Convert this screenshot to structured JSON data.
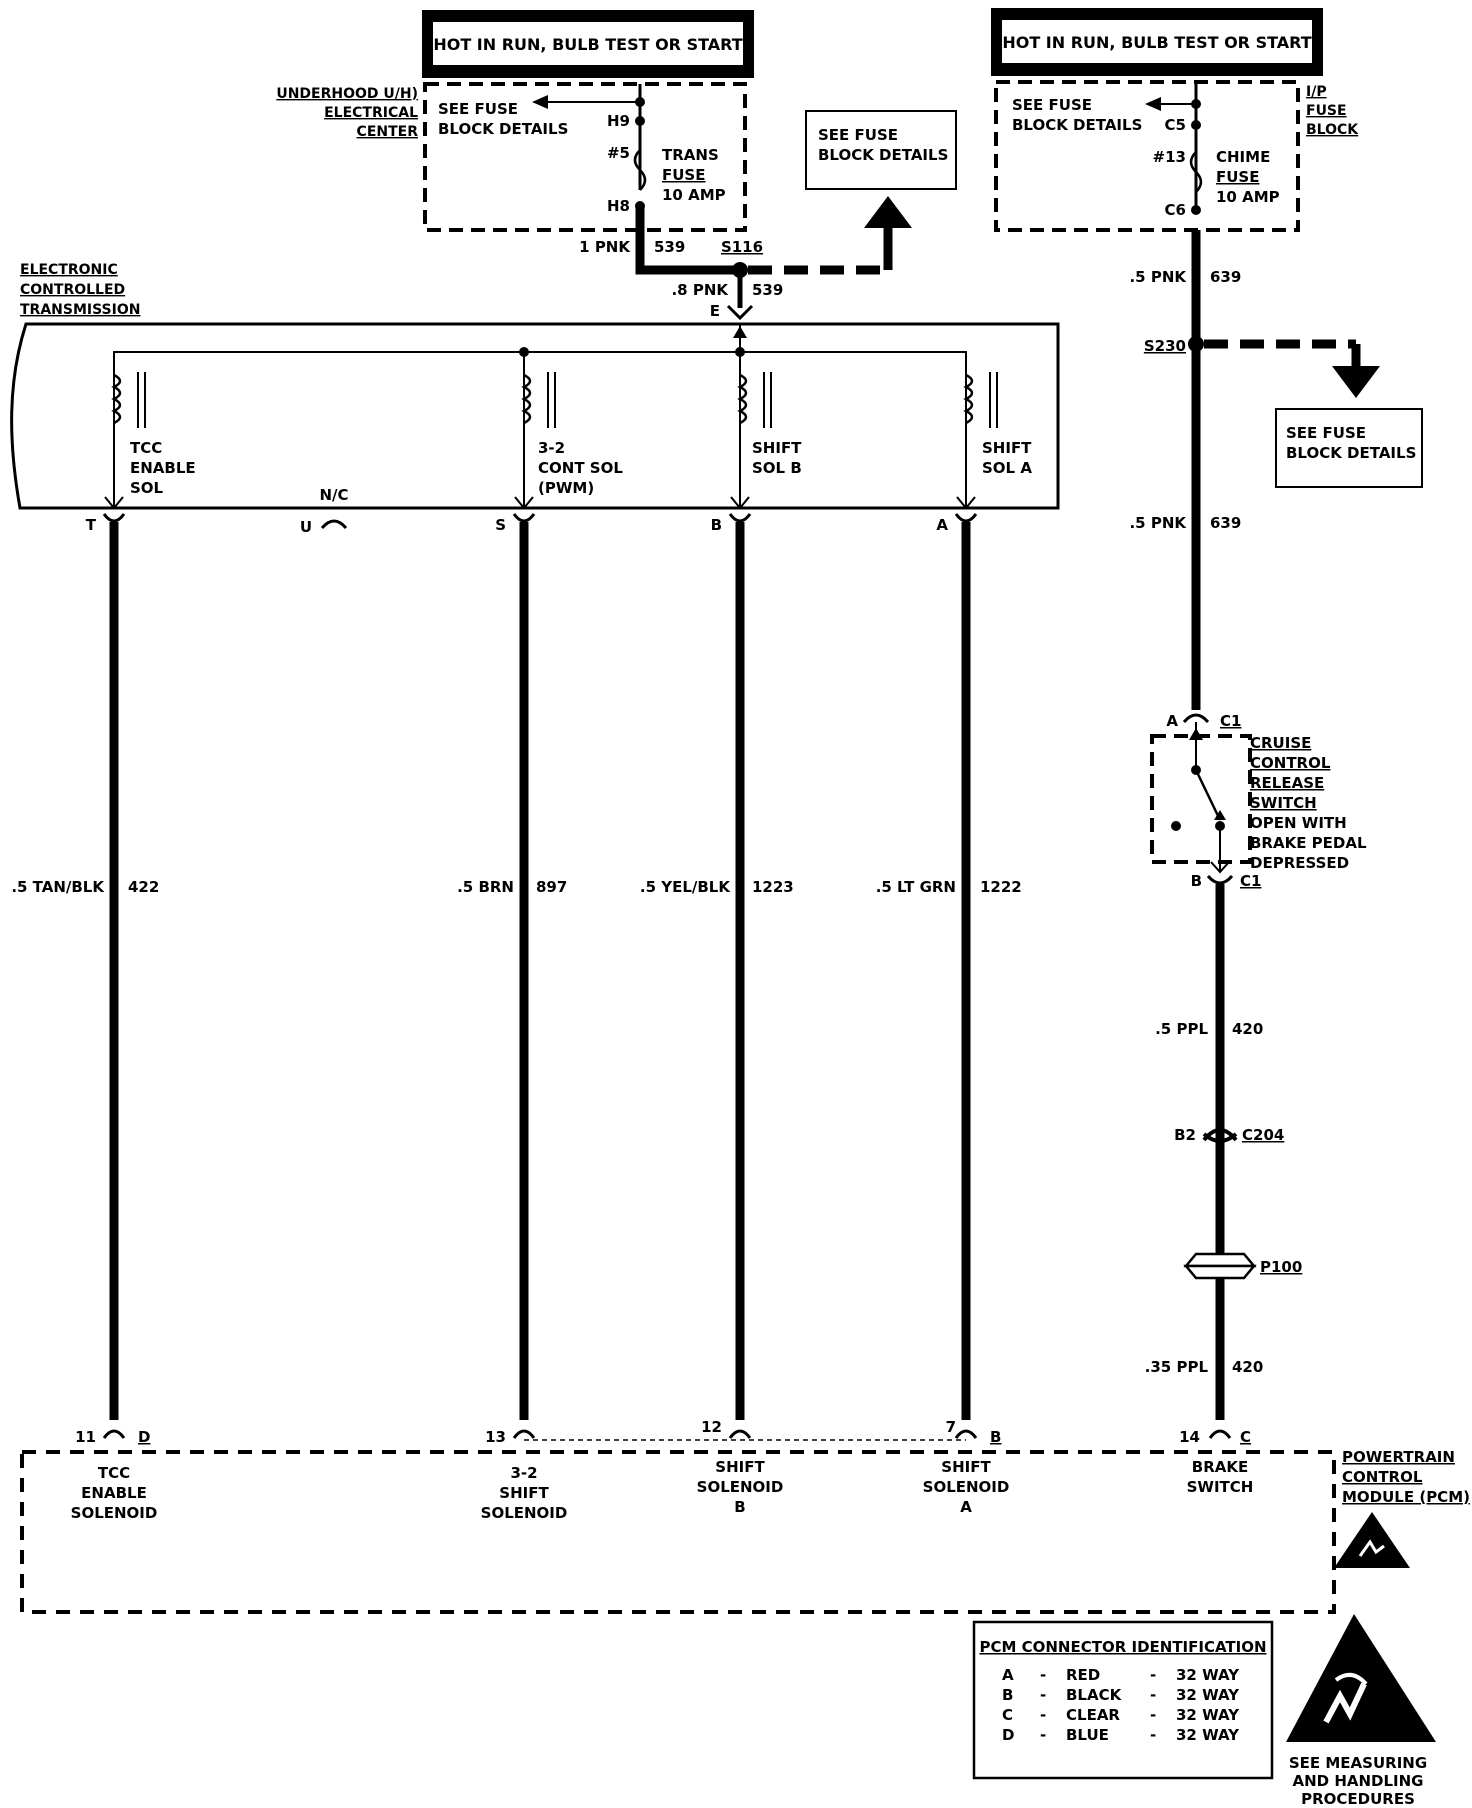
{
  "power": {
    "left_header": "HOT IN RUN, BULB TEST OR START",
    "right_header": "HOT IN RUN, BULB TEST OR START",
    "left_block_label": [
      "UNDERHOOD U/H)",
      "ELECTRICAL",
      "CENTER"
    ],
    "left_see_fuse": [
      "SEE FUSE",
      "BLOCK DETAILS"
    ],
    "left_terminals": {
      "top": "H9",
      "bottom": "H8"
    },
    "left_fuse": {
      "number": "#5",
      "name": [
        "TRANS",
        "FUSE",
        "10 AMP"
      ]
    },
    "mid_see_fuse": [
      "SEE FUSE",
      "BLOCK DETAILS"
    ],
    "right_block_label": [
      "I/P",
      "FUSE",
      "BLOCK"
    ],
    "right_see_fuse": [
      "SEE FUSE",
      "BLOCK DETAILS"
    ],
    "right_terminals": {
      "top": "C5",
      "bottom": "C6"
    },
    "right_fuse": {
      "number": "#13",
      "name": [
        "CHIME",
        "FUSE",
        "10 AMP"
      ]
    }
  },
  "splices": {
    "s116": "S116",
    "s230": "S230",
    "s230_see_fuse": [
      "SEE FUSE",
      "BLOCK DETAILS"
    ]
  },
  "wires": {
    "w1pnk": {
      "gauge_color": "1 PNK",
      "circuit": "539"
    },
    "w8pnk": {
      "gauge_color": ".8 PNK",
      "circuit": "539",
      "pin": "E"
    },
    "w639a": {
      "gauge_color": ".5 PNK",
      "circuit": "639"
    },
    "w639b": {
      "gauge_color": ".5 PNK",
      "circuit": "639"
    },
    "tcc": {
      "gauge_color": ".5 TAN/BLK",
      "circuit": "422"
    },
    "cont": {
      "gauge_color": ".5 BRN",
      "circuit": "897"
    },
    "solb": {
      "gauge_color": ".5 YEL/BLK",
      "circuit": "1223"
    },
    "sola": {
      "gauge_color": ".5 LT GRN",
      "circuit": "1222"
    },
    "w420a": {
      "gauge_color": ".5 PPL",
      "circuit": "420"
    },
    "w420b": {
      "gauge_color": ".35 PPL",
      "circuit": "420"
    }
  },
  "transmission": {
    "label": [
      "ELECTRONIC",
      "CONTROLLED",
      "TRANSMISSION"
    ],
    "solenoids": {
      "tcc": [
        "TCC",
        "ENABLE",
        "SOL"
      ],
      "cont": [
        "3-2",
        "CONT SOL",
        "(PWM)"
      ],
      "solb": [
        "SHIFT",
        "SOL B"
      ],
      "sola": [
        "SHIFT",
        "SOL A"
      ]
    },
    "pins": {
      "tcc": "T",
      "nc": "U",
      "nc_label": "N/C",
      "cont": "S",
      "solb": "B",
      "sola": "A"
    }
  },
  "cruise": {
    "pin_a": "A",
    "conn_top": "C1",
    "label": [
      "CRUISE",
      "CONTROL",
      "RELEASE",
      "SWITCH"
    ],
    "note": [
      "OPEN WITH",
      "BRAKE PEDAL",
      "DEPRESSED"
    ],
    "pin_b": "B",
    "conn_bottom": "C1"
  },
  "connectors": {
    "c204_pin": "B2",
    "c204": "C204",
    "p100": "P100"
  },
  "pcm": {
    "label": [
      "POWERTRAIN",
      "CONTROL",
      "MODULE (PCM)"
    ],
    "pins": [
      {
        "num": "11",
        "conn": "D",
        "name": [
          "TCC",
          "ENABLE",
          "SOLENOID"
        ]
      },
      {
        "num": "13",
        "conn": "",
        "name": [
          "3-2",
          "SHIFT",
          "SOLENOID"
        ]
      },
      {
        "num": "12",
        "conn": "",
        "name": [
          "SHIFT",
          "SOLENOID",
          "B"
        ]
      },
      {
        "num": "7",
        "conn": "B",
        "name": [
          "SHIFT",
          "SOLENOID",
          "A"
        ]
      },
      {
        "num": "14",
        "conn": "C",
        "name": [
          "BRAKE",
          "SWITCH"
        ]
      }
    ]
  },
  "connector_id": {
    "title": "PCM CONNECTOR IDENTIFICATION",
    "rows": [
      {
        "letter": "A",
        "color": "RED",
        "size": "32 WAY"
      },
      {
        "letter": "B",
        "color": "BLACK",
        "size": "32 WAY"
      },
      {
        "letter": "C",
        "color": "CLEAR",
        "size": "32 WAY"
      },
      {
        "letter": "D",
        "color": "BLUE",
        "size": "32 WAY"
      }
    ]
  },
  "esd_note": [
    "SEE MEASURING",
    "AND HANDLING",
    "PROCEDURES"
  ]
}
